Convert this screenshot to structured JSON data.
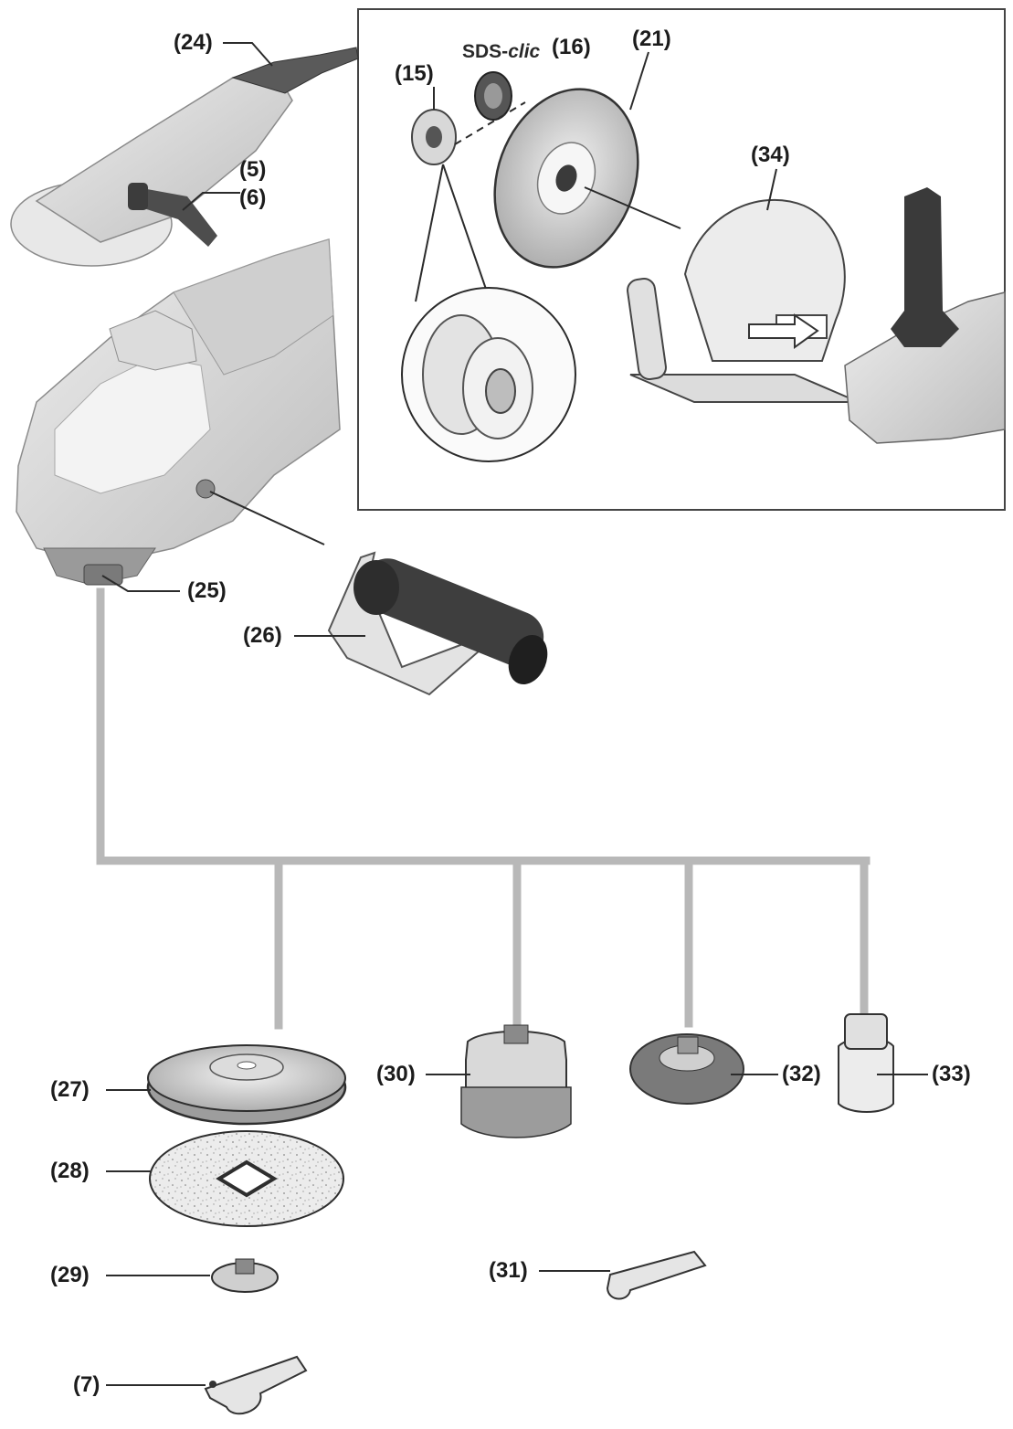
{
  "figure": {
    "callouts": {
      "c24": "(24)",
      "c5": "(5)",
      "c6": "(6)",
      "c15": "(15)",
      "c16": "(16)",
      "c21": "(21)",
      "c34": "(34)",
      "c25": "(25)",
      "c26": "(26)",
      "c27": "(27)",
      "c28": "(28)",
      "c29": "(29)",
      "c30": "(30)",
      "c31": "(31)",
      "c32": "(32)",
      "c33": "(33)",
      "c7": "(7)"
    },
    "brand_prefix": "SDS-",
    "brand_script": "clic"
  },
  "colors": {
    "line": "#2b2b2b",
    "tree": "#b8b8b8",
    "tool_light": "#e6e6e6",
    "tool_mid": "#c4c4c4",
    "tool_dark": "#4a4a4a",
    "frame": "#444444"
  }
}
